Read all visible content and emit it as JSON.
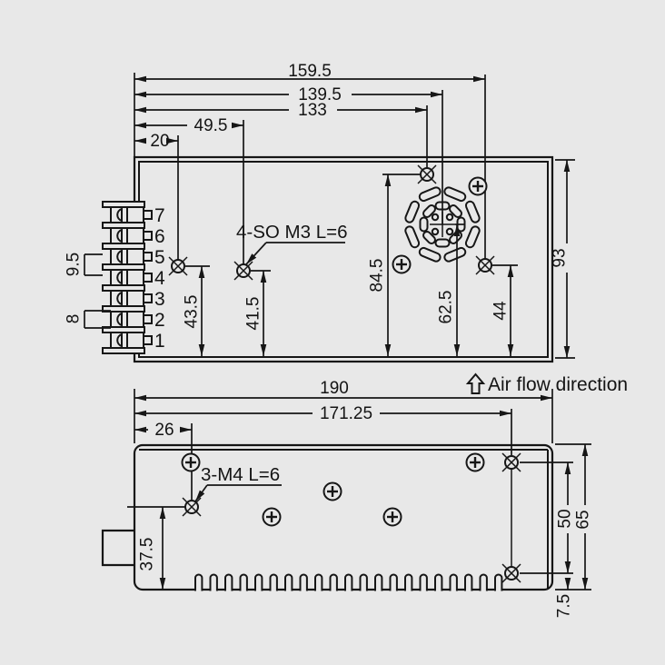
{
  "top_view": {
    "length_dims": {
      "d159": "159.5",
      "d139": "139.5",
      "d133": "133",
      "d49": "49.5",
      "d20": "20"
    },
    "height_dim": "93",
    "vertical_dims": {
      "d435": "43.5",
      "d415": "41.5",
      "d845": "84.5",
      "d625": "62.5",
      "d44": "44"
    },
    "terminal_dims": {
      "pitch": "9.5",
      "width": "8"
    },
    "terminal_numbers": [
      "7",
      "6",
      "5",
      "4",
      "3",
      "2",
      "1"
    ],
    "hole_callout": "4-SO M3 L=6"
  },
  "side_view": {
    "length_dims": {
      "d190": "190",
      "d171": "171.25",
      "d26": "26"
    },
    "vertical_dims": {
      "d375": "37.5",
      "d50": "50",
      "d65": "65",
      "d75": "7.5"
    },
    "hole_callout": "3-M4 L=6",
    "airflow_label": "Air flow direction"
  },
  "colors": {
    "background": "#e8e8e8",
    "line": "#161616"
  }
}
